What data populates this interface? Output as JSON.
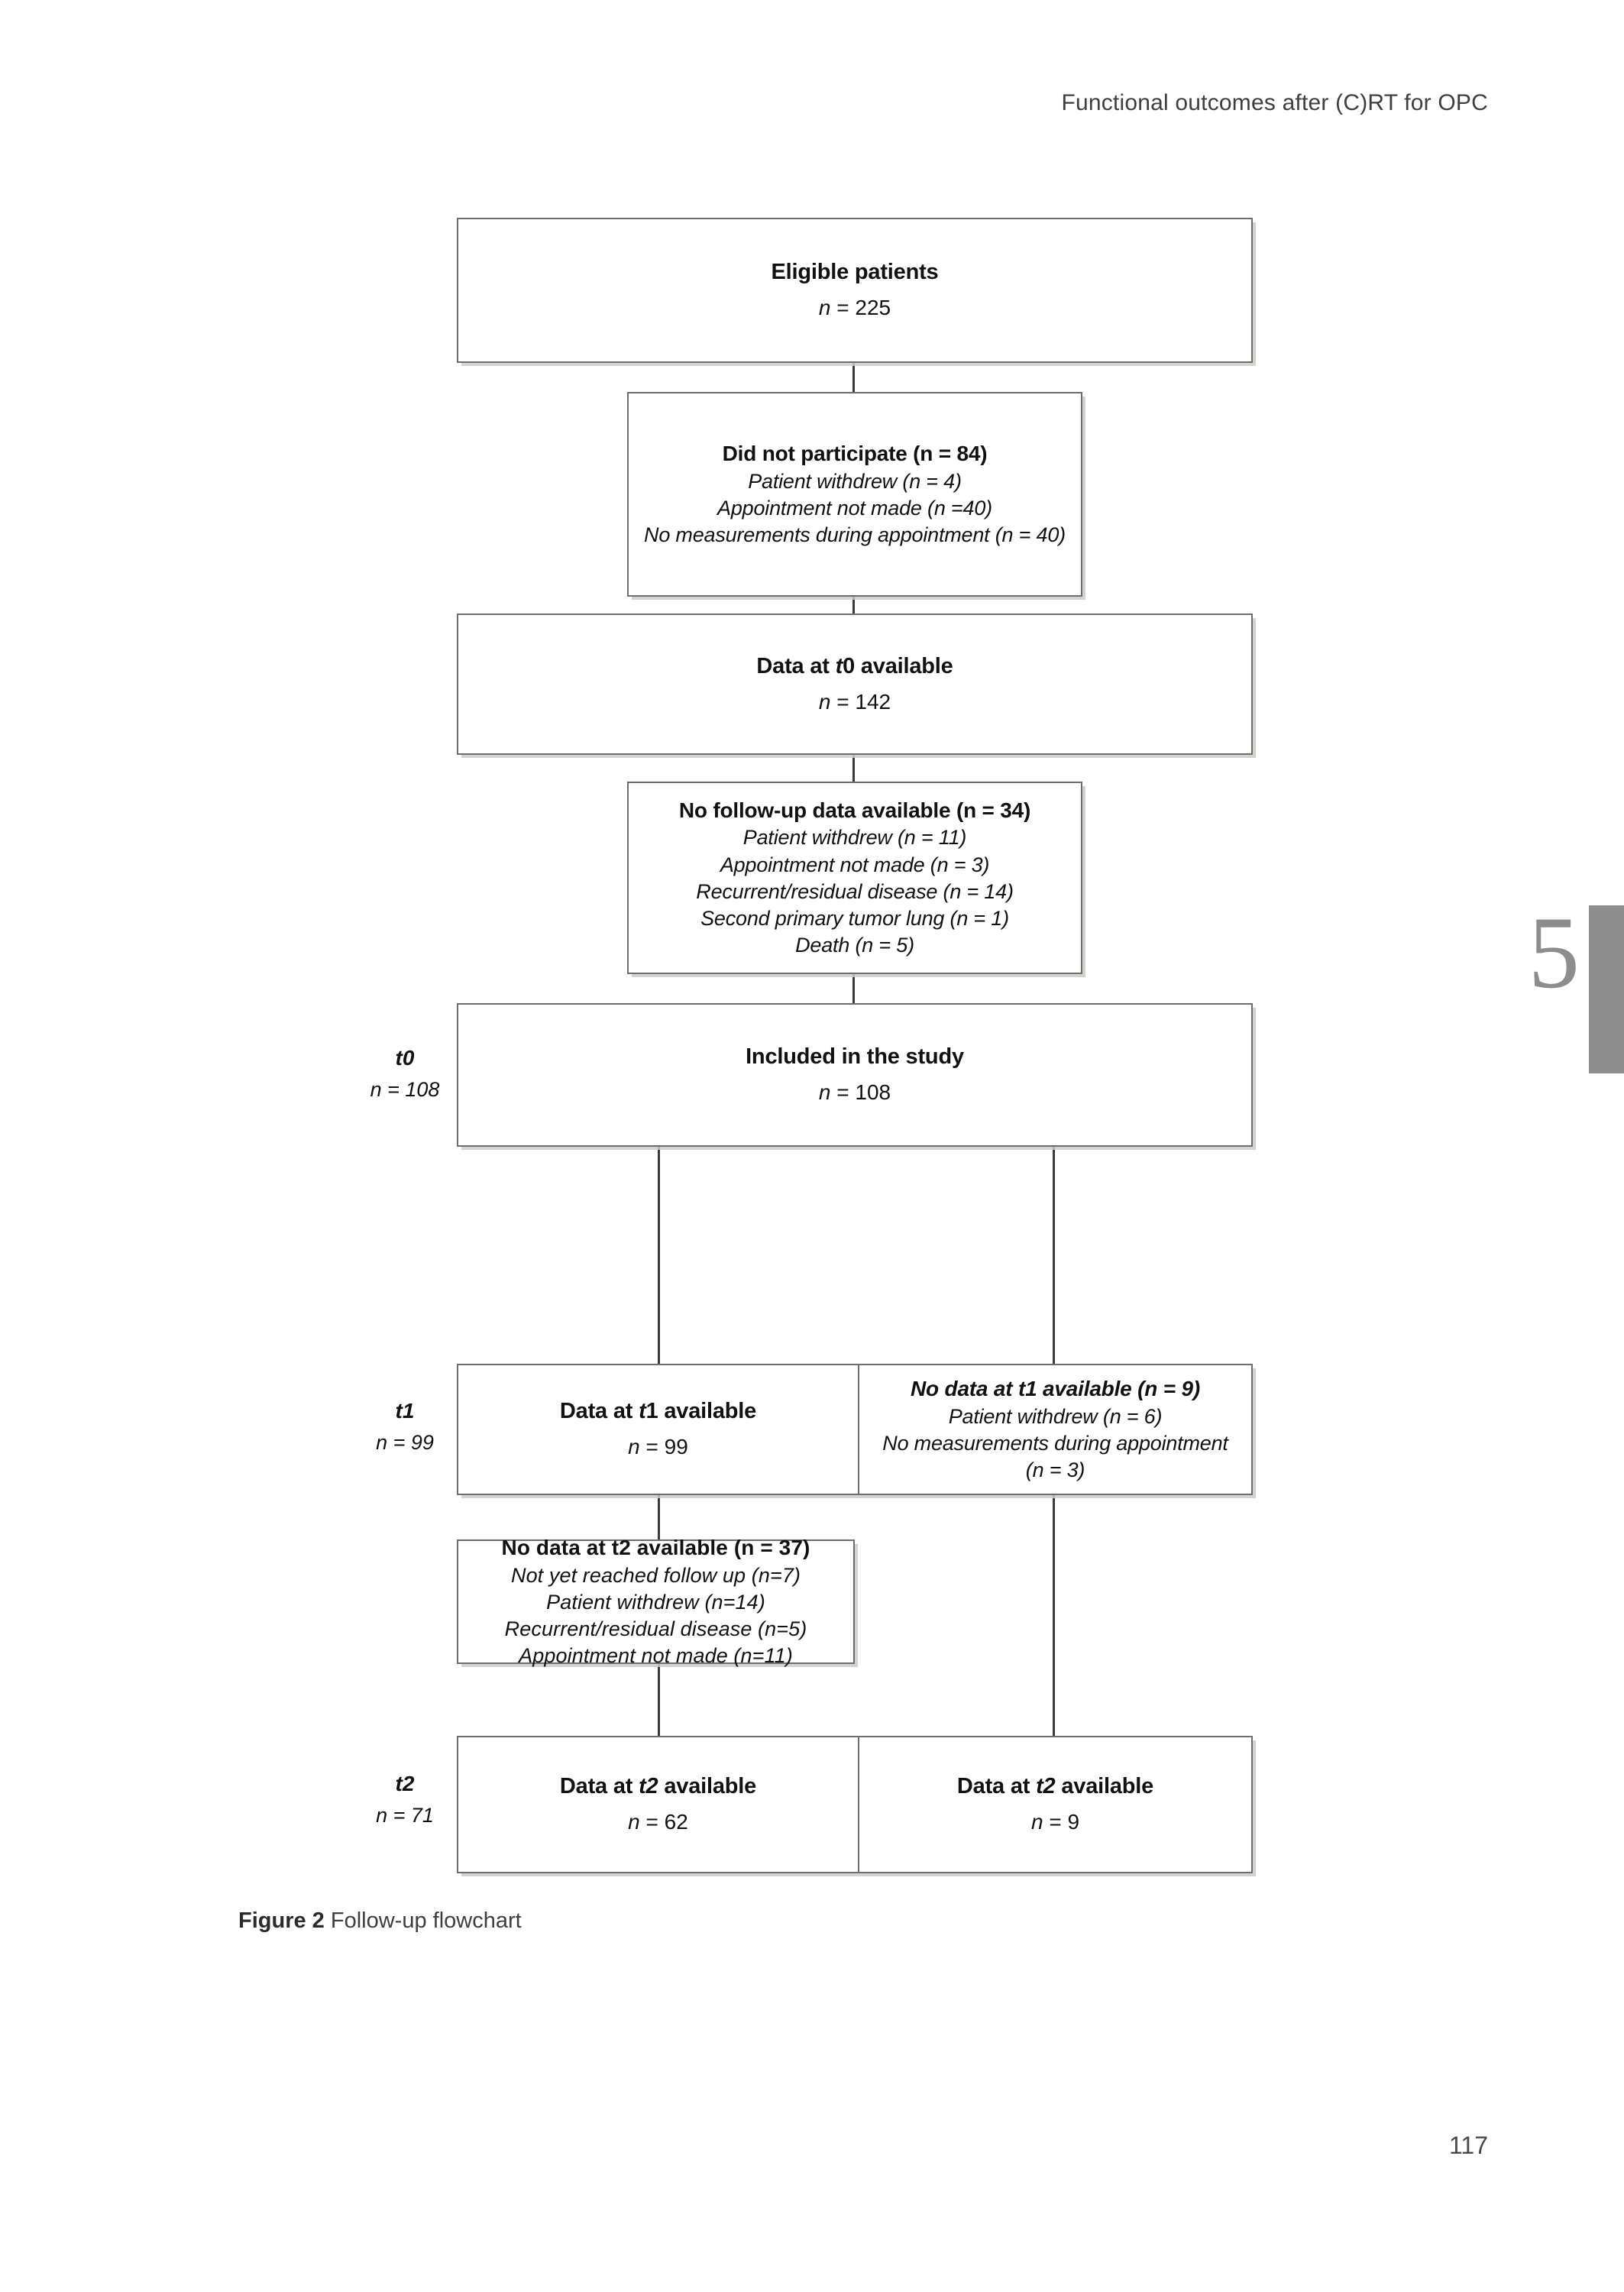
{
  "page": {
    "running_head": "Functional outcomes after (C)RT for OPC",
    "chapter_number": "5",
    "folio": "117"
  },
  "caption": {
    "label": "Figure 2",
    "text": "Follow-up flowchart"
  },
  "timepoint_labels": [
    {
      "name": "t0-label",
      "t": "t0",
      "n": "n = 108"
    },
    {
      "name": "t1-label",
      "t": "t1",
      "n": "n = 99"
    },
    {
      "name": "t2-label",
      "t": "t2",
      "n": "n = 71"
    }
  ],
  "chart_data": {
    "type": "diagram",
    "title": "Follow-up flowchart",
    "nodes": [
      {
        "id": "eligible",
        "kind": "primary",
        "title_prefix": "Eligible patients",
        "title_italic": "",
        "title_suffix": "",
        "n_prefix": "n",
        "n_value": " = 225",
        "count": 225
      },
      {
        "id": "did-not-participate",
        "kind": "exclusion",
        "head": "Did not participate  (n = 84)",
        "count": 84,
        "lines": [
          "Patient withdrew (n = 4)",
          "Appointment not made (n =40)",
          "No measurements during appointment (n = 40)"
        ]
      },
      {
        "id": "data-t0",
        "kind": "primary",
        "title_prefix": "Data at ",
        "title_italic": "t",
        "title_suffix": "0 available",
        "n_prefix": "n",
        "n_value": " = 142",
        "count": 142
      },
      {
        "id": "no-followup",
        "kind": "exclusion",
        "head": "No follow-up data available  (n = 34)",
        "count": 34,
        "lines": [
          "Patient withdrew (n = 11)",
          "Appointment not made (n = 3)",
          "Recurrent/residual disease (n = 14)",
          "Second primary tumor lung (n = 1)",
          "Death (n = 5)"
        ]
      },
      {
        "id": "included",
        "kind": "primary",
        "title_prefix": "Included in the study",
        "title_italic": "",
        "title_suffix": "",
        "n_prefix": "n",
        "n_value": " = 108",
        "count": 108
      },
      {
        "id": "data-t1",
        "kind": "primary-half",
        "title_prefix": "Data at ",
        "title_italic": "t",
        "title_suffix": "1 available",
        "n_prefix": "n",
        "n_value": " = 99",
        "count": 99
      },
      {
        "id": "no-data-t1",
        "kind": "exclusion-half",
        "head": "No data at t1 available (n = 9)",
        "count": 9,
        "lines": [
          "Patient withdrew (n = 6)",
          "No measurements during appointment",
          "(n = 3)"
        ]
      },
      {
        "id": "no-data-t2",
        "kind": "exclusion",
        "head_prefix": "No data at ",
        "head_italic": "t2",
        "head_suffix": " available (n = 37)",
        "count": 37,
        "lines": [
          "Not yet reached follow up (n=7)",
          "Patient withdrew (n=14)",
          "Recurrent/residual disease (n=5)",
          "Appointment not made (n=11)"
        ]
      },
      {
        "id": "data-t2-left",
        "kind": "primary-half",
        "title_prefix": "Data at ",
        "title_italic": "t2",
        "title_suffix": " available",
        "n_prefix": "n",
        "n_value": " = 62",
        "count": 62
      },
      {
        "id": "data-t2-right",
        "kind": "primary-half",
        "title_prefix": "Data at ",
        "title_italic": "t2",
        "title_suffix": " available",
        "n_prefix": "n",
        "n_value": " = 9",
        "count": 9
      }
    ],
    "flow": "225 eligible -> 84 did not participate -> 142 data at t0 -> 34 no follow-up -> 108 included -> (99 data at t1 | 9 no data at t1) -> 37 no data at t2 -> (62 data at t2 | 9 data at t2) = 71 at t2"
  }
}
